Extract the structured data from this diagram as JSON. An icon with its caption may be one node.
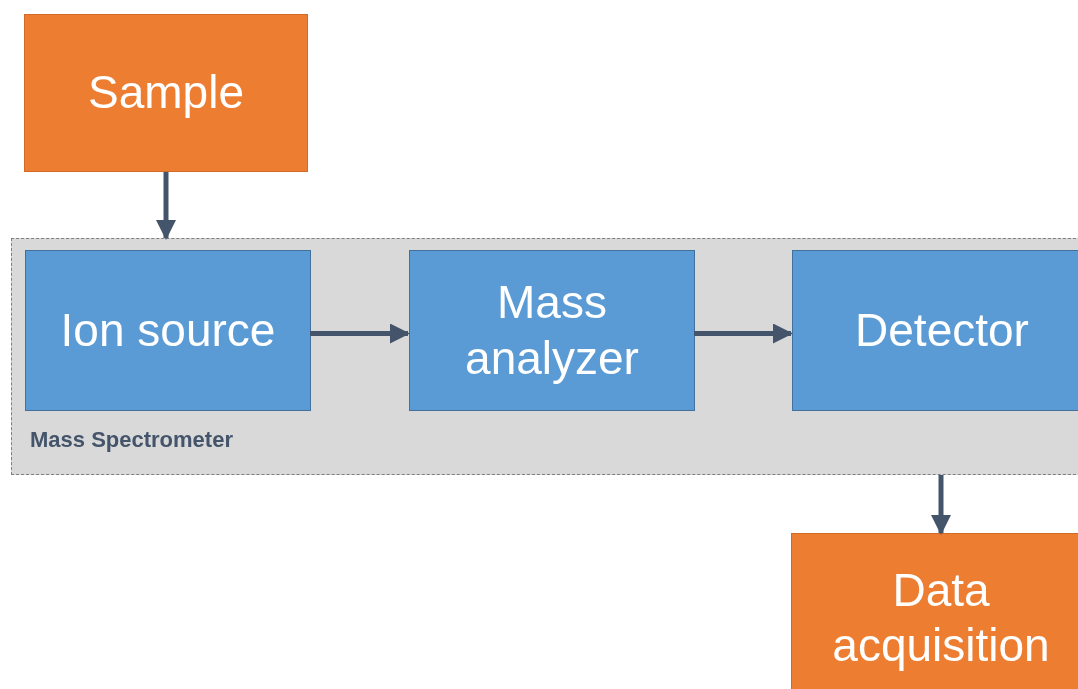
{
  "diagram": {
    "nodes": [
      {
        "text": [
          "Sample"
        ]
      },
      {
        "text": [
          "Mass Spectrometer"
        ]
      },
      {
        "text": [
          "Ion source"
        ],
        "in": 1
      },
      {
        "text": [
          "Mass analyzer"
        ],
        "in": 1
      },
      {
        "text": [
          "Detector"
        ],
        "in": 1
      },
      {
        "text": [
          "Data acquisition"
        ]
      }
    ],
    "edges": [
      {
        "from": 0,
        "to": 1,
        "arrow": "to"
      },
      {
        "from": 2,
        "to": 3,
        "arrow": "to"
      },
      {
        "from": 3,
        "to": 4,
        "arrow": "to"
      },
      {
        "from": 1,
        "to": 5,
        "arrow": "to"
      }
    ]
  }
}
